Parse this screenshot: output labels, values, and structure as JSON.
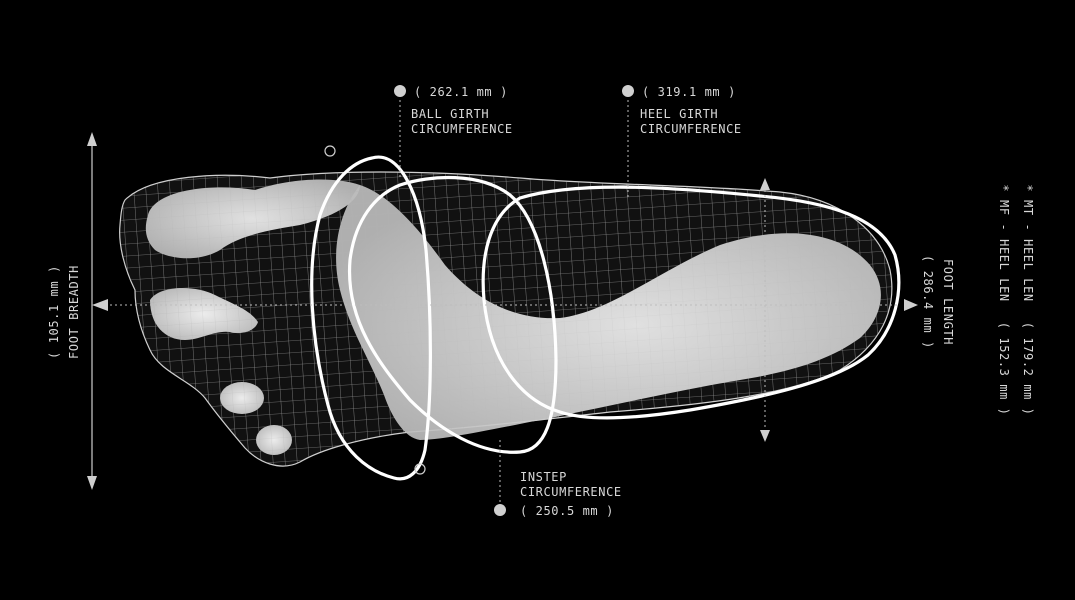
{
  "measurements": {
    "ball_girth": {
      "value": "( 262.1 mm )",
      "label_line1": "BALL GIRTH",
      "label_line2": "CIRCUMFERENCE"
    },
    "heel_girth": {
      "value": "( 319.1 mm )",
      "label_line1": "HEEL GIRTH",
      "label_line2": "CIRCUMFERENCE"
    },
    "instep": {
      "value": "( 250.5 mm )",
      "label_line1": "INSTEP",
      "label_line2": "CIRCUMFERENCE"
    },
    "foot_breadth": {
      "value": "( 105.1 mm )",
      "label": "FOOT BREADTH"
    },
    "foot_length": {
      "value": "( 286.4 mm )",
      "label": "FOOT LENGTH"
    },
    "mt_heel_len": {
      "label": "* MT - HEEL LEN",
      "value": "( 179.2 mm )"
    },
    "mf_heel_len": {
      "label": "* MF - HEEL LEN",
      "value": "( 152.3 mm )"
    }
  },
  "colors": {
    "background": "#000000",
    "line": "#ffffff",
    "text": "#d8d8d8",
    "mesh": "#9a9a9a"
  }
}
